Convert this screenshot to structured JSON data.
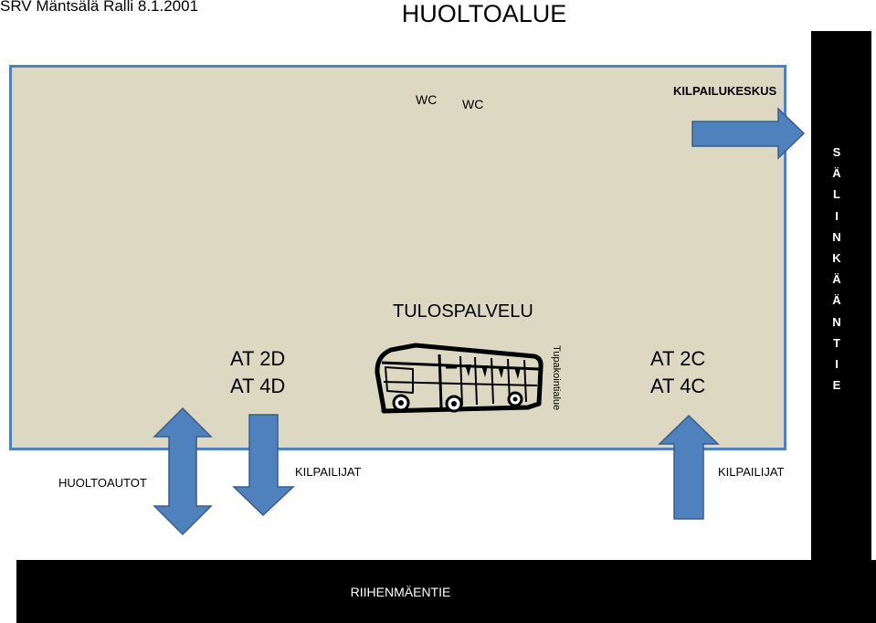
{
  "header": {
    "event_title": "SRV Mäntsälä Ralli 8.1.2001",
    "main_title": "HUOLTOALUE"
  },
  "labels": {
    "wc_1": "WC",
    "wc_2": "WC",
    "kilpailukeskus": "KILPAILUKESKUS",
    "tulospalvelu": "TULOSPALVELU",
    "tupakointialue": "Tupakointialue",
    "at_left_1": "AT 2D",
    "at_left_2": "AT 4D",
    "at_right_1": "AT 2C",
    "at_right_2": "AT 4C",
    "huoltoautot": "HUOLTOAUTOT",
    "kilpailijat_left": "KILPAILIJAT",
    "kilpailijat_right": "KILPAILIJAT"
  },
  "roads": {
    "vertical_letters": [
      "S",
      "Ä",
      "L",
      "I",
      "N",
      "K",
      "Ä",
      "Ä",
      "N",
      "T",
      "I",
      "E"
    ],
    "horizontal": "RIIHENMÄENTIE"
  },
  "icons": {
    "bus": "bus-icon"
  },
  "colors": {
    "area_fill": "#ddd8c2",
    "area_border": "#4f81bd",
    "arrow_fill": "#4f81bd",
    "arrow_stroke": "#385d8a",
    "road": "#000000"
  }
}
